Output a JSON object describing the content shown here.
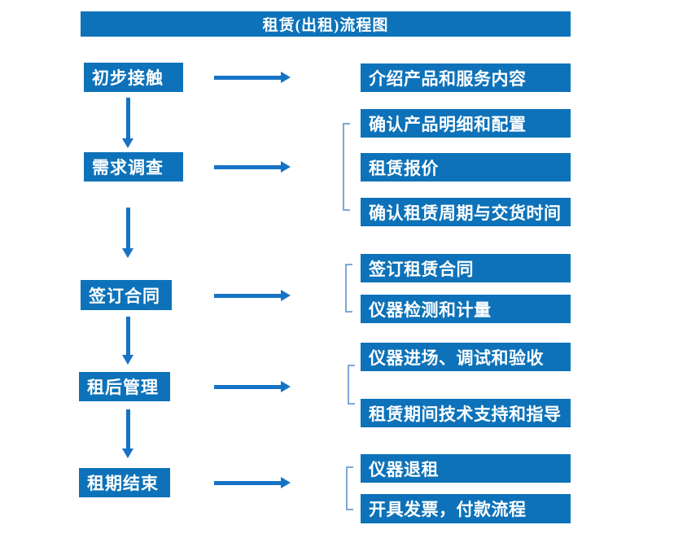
{
  "title": "租赁(出租)流程图",
  "colors": {
    "primary": "#0d72b9",
    "arrow": "#1673c6",
    "bracket": "#7fa6d6",
    "box_text": "#ffffff",
    "background": "#ffffff"
  },
  "flow": [
    {
      "step": "初步接触",
      "details": [
        "介绍产品和服务内容"
      ]
    },
    {
      "step": "需求调查",
      "details": [
        "确认产品明细和配置",
        "租赁报价",
        "确认租赁周期与交货时间"
      ]
    },
    {
      "step": "签订合同",
      "details": [
        "签订租赁合同",
        "仪器检测和计量"
      ]
    },
    {
      "step": "租后管理",
      "details": [
        "仪器进场、调试和验收",
        "租赁期间技术支持和指导"
      ]
    },
    {
      "step": "租期结束",
      "details": [
        "仪器退租",
        "开具发票，付款流程"
      ]
    }
  ]
}
